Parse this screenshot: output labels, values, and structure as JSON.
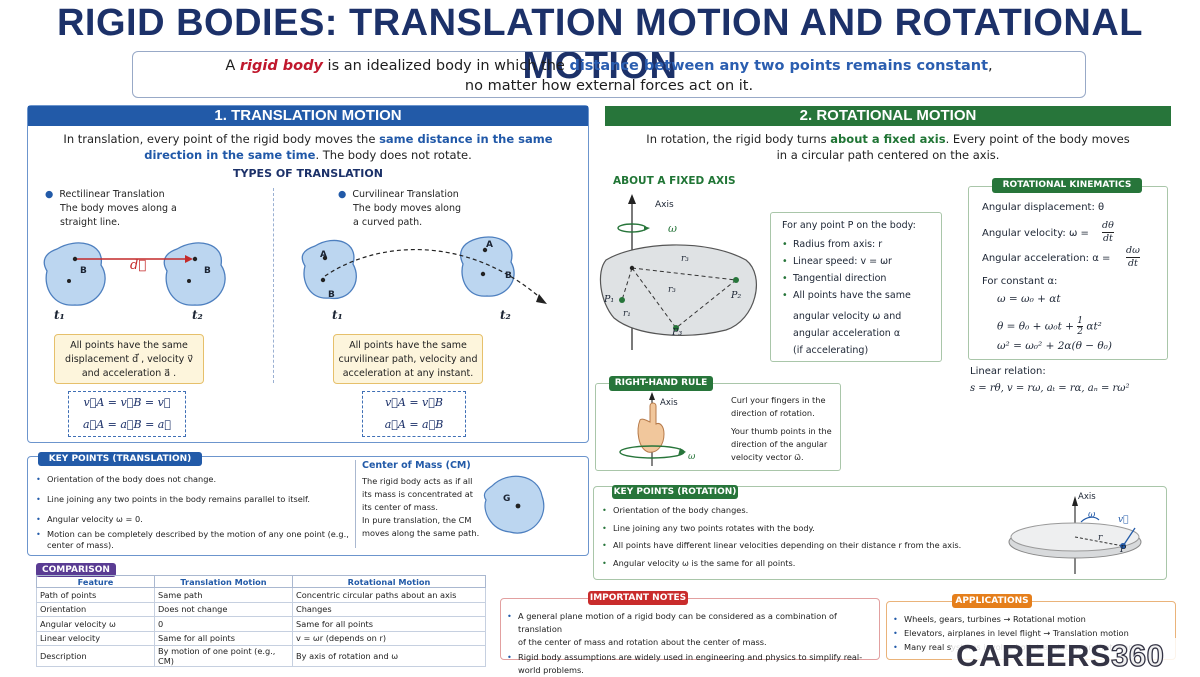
{
  "title": "RIGID BODIES: TRANSLATION MOTION AND ROTATIONAL MOTION",
  "intro": {
    "a": "A ",
    "term": "rigid body",
    "b": " is an idealized body in which the ",
    "highlight": "distance between any two points remains constant",
    "c": ",",
    "line2": "no matter how external forces act on it."
  },
  "translation": {
    "header": "1. TRANSLATION MOTION",
    "desc_a": "In translation, every point of the rigid body moves the ",
    "desc_hl1": "same distance in the same",
    "desc_hl2": "direction in the same time",
    "desc_b": ". The body does not rotate.",
    "types_title": "TYPES OF TRANSLATION",
    "rect_title": "Rectilinear Translation",
    "rect_desc1": "The body moves along a",
    "rect_desc2": "straight line.",
    "curv_title": "Curvilinear Translation",
    "curv_desc1": "The body moves along",
    "curv_desc2": "a curved path.",
    "d_label": "d⃗",
    "t1": "t₁",
    "t2": "t₂",
    "pA": "A",
    "pB": "B",
    "rect_box1": "All points have the same",
    "rect_box2": "displacement d⃗ , velocity v⃗",
    "rect_box3": "and acceleration a⃗ .",
    "curv_box1": "All points have the same",
    "curv_box2": "curvilinear path, velocity and",
    "curv_box3": "acceleration at any instant.",
    "rect_eq1": "v⃗A = v⃗B = v⃗",
    "rect_eq2": "a⃗A = a⃗B = a⃗",
    "curv_eq1": "v⃗A = v⃗B",
    "curv_eq2": "a⃗A = a⃗B"
  },
  "key_translation": {
    "tag": "KEY POINTS (TRANSLATION)",
    "points": [
      "Orientation of the body does not change.",
      "Line joining any two points in the body remains parallel to itself.",
      "Angular velocity ω = 0.",
      "Motion can be completely described by the motion of any one point (e.g.,",
      "center of mass)."
    ],
    "cm_title": "Center of Mass (CM)",
    "cm_lines": [
      "The rigid body acts as if all",
      "its mass is concentrated at",
      "its center of mass.",
      "In pure translation, the CM",
      "moves along the same path."
    ],
    "cm_label": "G"
  },
  "comparison": {
    "tag": "COMPARISON",
    "headers": [
      "Feature",
      "Translation Motion",
      "Rotational Motion"
    ],
    "rows": [
      [
        "Path of points",
        "Same path",
        "Concentric circular paths about an axis"
      ],
      [
        "Orientation",
        "Does not change",
        "Changes"
      ],
      [
        "Angular velocity ω",
        "0",
        "Same for all points"
      ],
      [
        "Linear velocity",
        "Same for all points",
        "v = ωr (depends on r)"
      ],
      [
        "Description",
        "By motion of one point (e.g., CM)",
        "By axis of rotation and ω"
      ]
    ]
  },
  "rotation": {
    "header": "2. ROTATIONAL MOTION",
    "desc_a": "In rotation, the rigid body turns ",
    "desc_hl": "about a fixed axis",
    "desc_b": ". Every point of the body moves",
    "desc_line2": "in a circular path centered on the axis.",
    "fixed_axis": "ABOUT A FIXED AXIS",
    "axis_label": "Axis",
    "omega": "ω",
    "r3a": "r₃",
    "r3b": "r₃",
    "r1": "r₁",
    "P1": "P₁",
    "P2": "P₂",
    "P3": "P₃",
    "point_title": "For any point P on the body:",
    "point_items": [
      "Radius from axis: r",
      "Linear speed: v = ωr",
      "Tangential direction",
      "All points have the same"
    ],
    "point_extra": [
      "angular velocity ω and",
      "angular acceleration α",
      "(if accelerating)"
    ]
  },
  "kinematics": {
    "tag": "ROTATIONAL KINEMATICS",
    "ang_disp": "Angular displacement: θ",
    "ang_vel": "Angular velocity:  ω =",
    "ang_vel_num": "dθ",
    "ang_vel_den": "dt",
    "ang_acc": "Angular acceleration:  α =",
    "ang_acc_num": "dω",
    "ang_acc_den": "dt",
    "const": "For constant α:",
    "eq1": "ω = ω₀ + αt",
    "eq2a": "θ = θ₀ + ω₀t +",
    "eq2_num": "1",
    "eq2_den": "2",
    "eq2b": "αt²",
    "eq3": "ω² = ω₀² + 2α(θ − θ₀)",
    "linear": "Linear relation:",
    "linear_eq": "s = rθ,  v = rω,  aₜ = rα,  aₙ = rω²"
  },
  "right_hand": {
    "tag": "RIGHT-HAND RULE",
    "axis": "Axis",
    "omega": "ω",
    "lines1": [
      "Curl your fingers in the",
      "direction of rotation."
    ],
    "lines2": [
      "Your thumb points in the",
      "direction of the angular",
      "velocity vector ω⃗."
    ]
  },
  "key_rotation": {
    "tag": "KEY POINTS (ROTATION)",
    "points": [
      "Orientation of the body changes.",
      "Line joining any two points rotates with the body.",
      "All points have different linear velocities depending on their distance r from the axis.",
      "Angular velocity ω is the same for all points."
    ],
    "axis": "Axis",
    "omega": "ω",
    "v": "v⃗",
    "r": "r",
    "P": "P"
  },
  "notes": {
    "tag": "IMPORTANT NOTES",
    "p1a": "A general plane motion of a rigid body can be considered as a combination of translation",
    "p1b": "of the center of mass and rotation about the center of mass.",
    "p2": "Rigid body assumptions are widely used in engineering and physics to simplify real-world problems."
  },
  "applications": {
    "tag": "APPLICATIONS",
    "items": [
      "Wheels, gears, turbines → Rotational motion",
      "Elevators, airplanes in level flight → Translation motion",
      "Many real systems involve both translation and rotation."
    ]
  },
  "logo": {
    "text": "CAREERS",
    "num": "360"
  }
}
